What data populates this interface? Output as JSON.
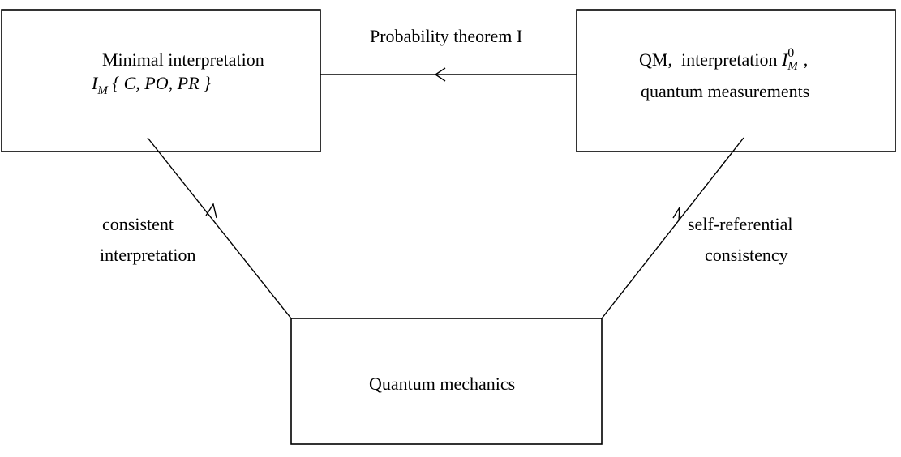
{
  "nodes": {
    "minimal": {
      "title": "Minimal interpretation",
      "symbol": "I",
      "symbol_sub": "M",
      "set": "{ C, PO, PR }"
    },
    "qm_interp": {
      "prefix": "QM,",
      "middle": "interpretation",
      "symbol": "I",
      "symbol_sup": "0",
      "symbol_sub": "M",
      "suffix": ",",
      "line2": "quantum measurements"
    },
    "quantum": {
      "title": "Quantum  mechanics"
    }
  },
  "edges": {
    "probability": {
      "label": "Probability theorem I"
    },
    "consistent": {
      "line1": "consistent",
      "line2": "interpretation"
    },
    "self_ref": {
      "line1": "self-referential",
      "line2": "consistency"
    }
  }
}
